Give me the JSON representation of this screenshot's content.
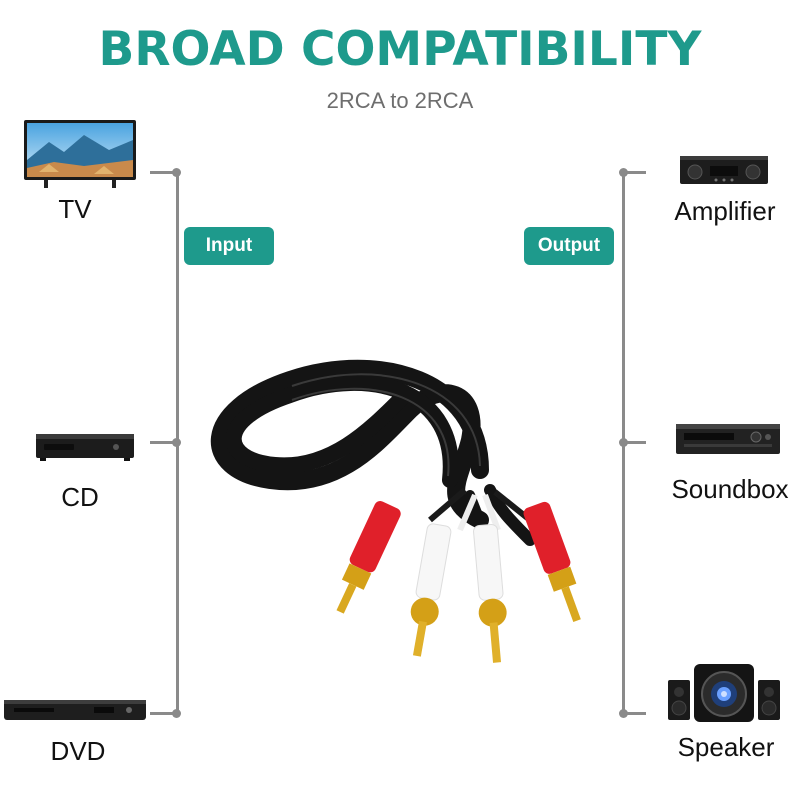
{
  "title": "BROAD COMPATIBILITY",
  "subtitle": "2RCA to 2RCA",
  "input_badge": "Input",
  "output_badge": "Output",
  "inputs": [
    {
      "label": "TV",
      "icon": "tv-icon"
    },
    {
      "label": "CD",
      "icon": "cd-player-icon"
    },
    {
      "label": "DVD",
      "icon": "dvd-player-icon"
    }
  ],
  "outputs": [
    {
      "label": "Amplifier",
      "icon": "amplifier-icon"
    },
    {
      "label": "Soundbox",
      "icon": "soundbox-icon"
    },
    {
      "label": "Speaker",
      "icon": "speaker-icon"
    }
  ],
  "colors": {
    "accent": "#1e9a8c",
    "rail": "#8a8a8a",
    "red_plug": "#e0202a",
    "white_plug": "#f5f5f5",
    "gold": "#d4a017"
  }
}
